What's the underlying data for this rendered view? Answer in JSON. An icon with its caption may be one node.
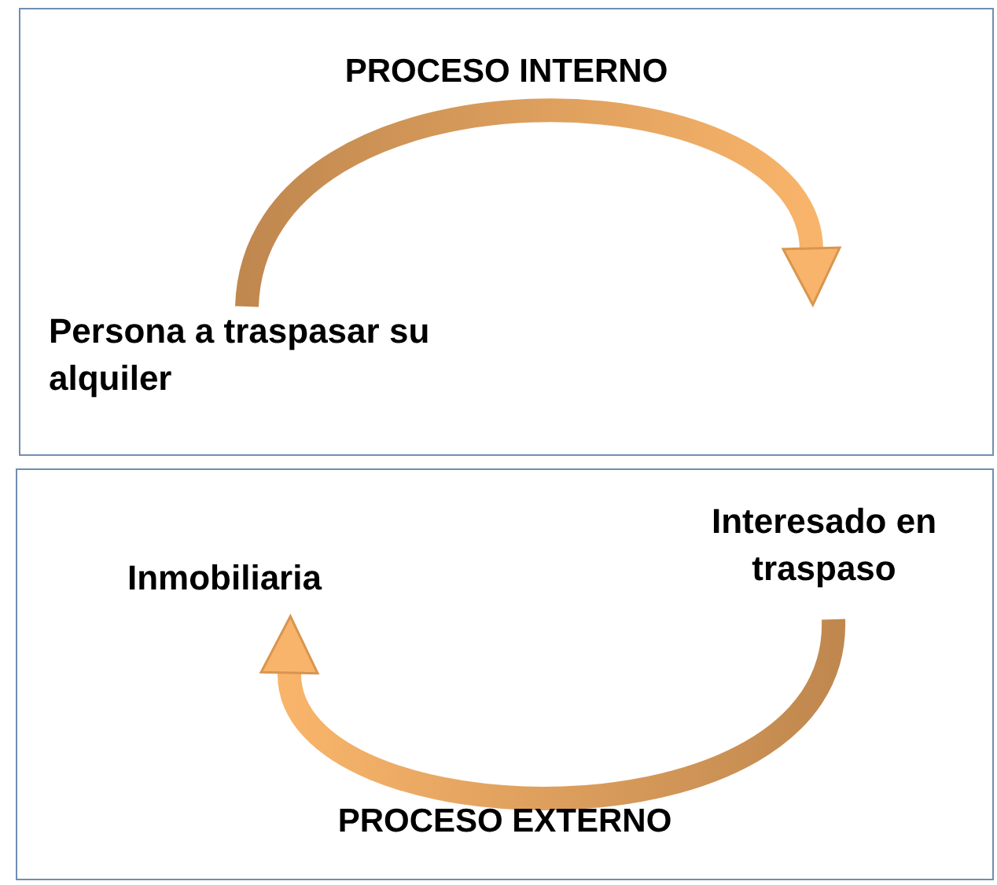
{
  "diagram": {
    "nodes": [
      {
        "text": [
          "PROCESO INTERNO"
        ]
      },
      {
        "text": [
          "Persona a traspasar su alquiler"
        ],
        "in": 0
      },
      {
        "text": [
          "PROCESO EXTERNO"
        ]
      },
      {
        "text": [
          "Interesado en traspaso"
        ],
        "in": 2
      },
      {
        "text": [
          "Inmobiliaria"
        ],
        "in": 2
      }
    ],
    "edges": [
      {
        "from": 1,
        "to": null,
        "arrow": "to"
      },
      {
        "from": 3,
        "to": 4,
        "arrow": "to"
      }
    ]
  }
}
